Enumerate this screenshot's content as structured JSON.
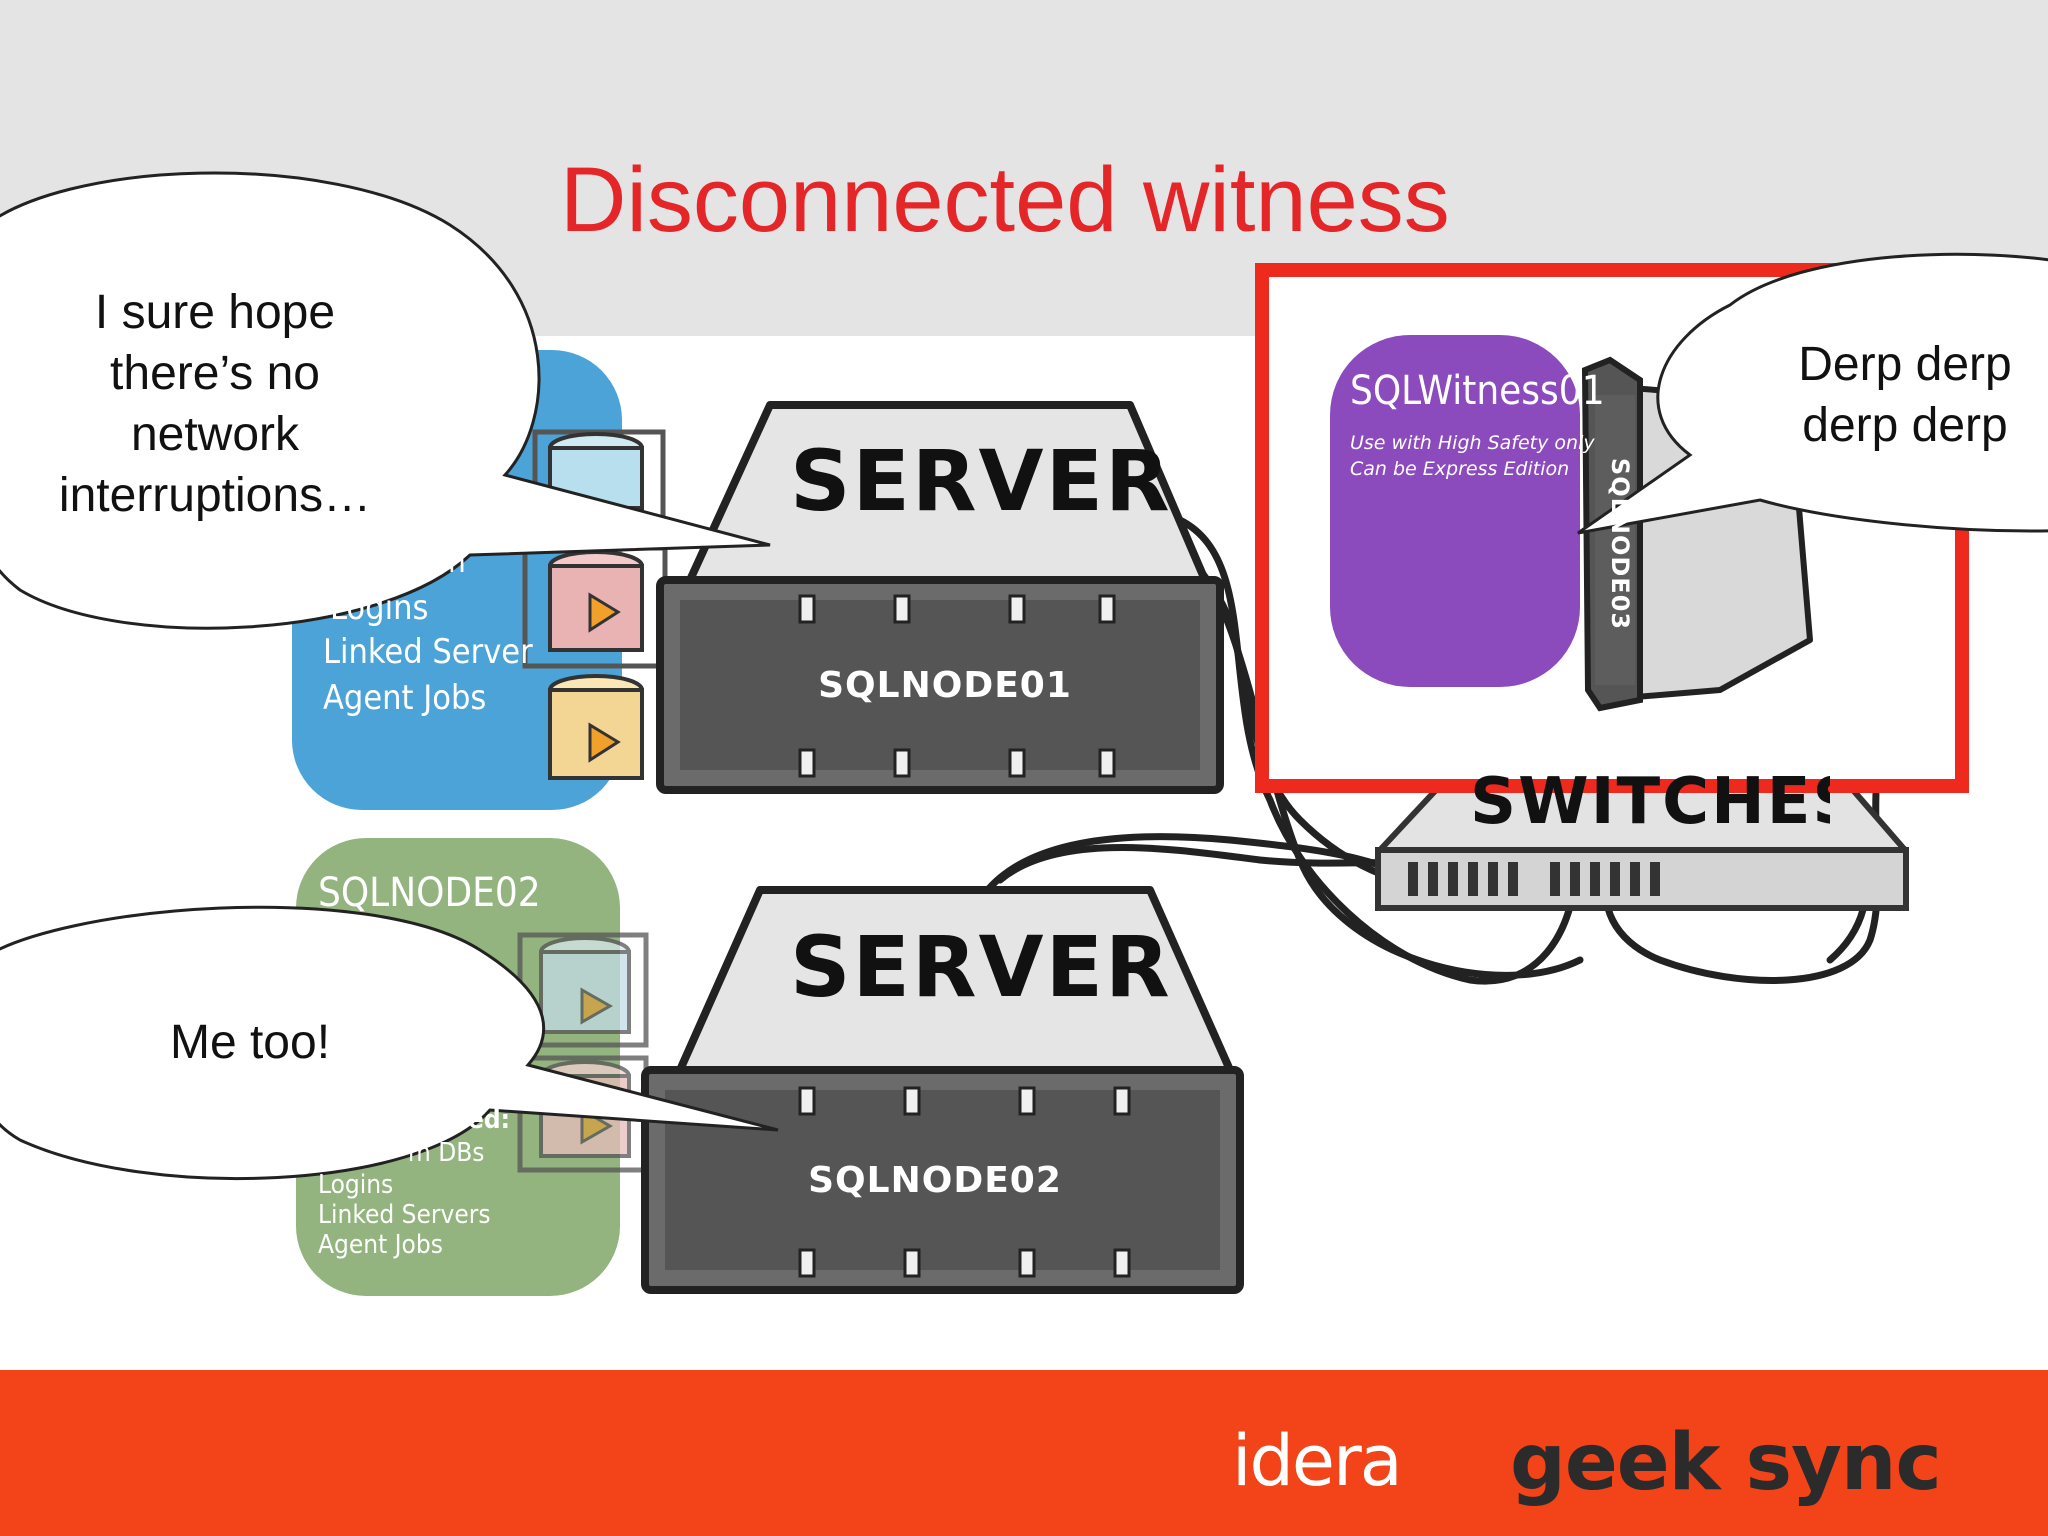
{
  "slide": {
    "title": "Disconnected witness"
  },
  "node1_panel": {
    "lines": [
      "em",
      "Logins",
      "Linked Servers",
      "Agent Jobs"
    ]
  },
  "node2_panel": {
    "header": "SQLNODE02",
    "lines": [
      "ed:",
      "m DBs",
      "Logins",
      "Linked Servers",
      "Agent Jobs"
    ]
  },
  "servers": {
    "top": {
      "lid_label": "SERVER",
      "name": "SQLNODE01"
    },
    "bottom": {
      "lid_label": "SERVER",
      "name": "SQLNODE02"
    }
  },
  "witness": {
    "name": "SQLWitness01",
    "note1": "Use with High Safety only",
    "note2": "Can be Express Edition",
    "side_server": "SQLNODE03",
    "highlight_color": "#ee2a1f"
  },
  "switch": {
    "label": "SWITCHES"
  },
  "bubbles": {
    "top_left": "I sure hope there’s no network interruptions…",
    "bottom_left": "Me too!",
    "right": "Derp derp derp derp"
  },
  "footer": {
    "brand1": "idera",
    "brand2": "geek sync",
    "color": "#f34318"
  }
}
